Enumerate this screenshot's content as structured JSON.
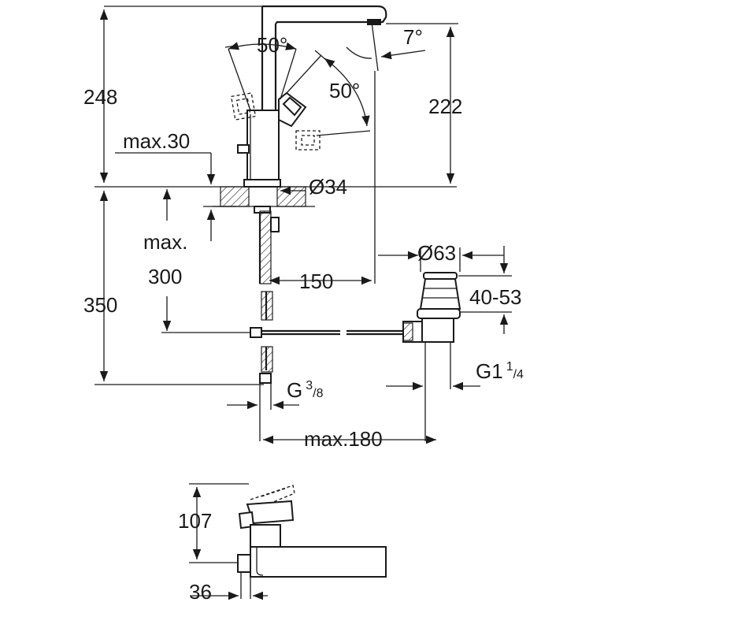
{
  "dimensions": {
    "total_height": "248",
    "spout_height": "222",
    "lever_angle_left": "50°",
    "lever_angle_right": "50°",
    "spout_angle": "7°",
    "deck_thickness": "max.30",
    "hole_diameter": "Ø34",
    "max_label": "max.",
    "max_value": "300",
    "below_deck": "350",
    "spout_reach": "150",
    "waste_diameter": "Ø63",
    "waste_height": "40-53",
    "connection_main": "G",
    "connection_num": "3",
    "connection_den": "8",
    "waste_thread_main": "G1",
    "waste_thread_num": "1",
    "waste_thread_den": "4",
    "waste_distance": "max.180",
    "top_view_depth": "107",
    "top_view_width": "36"
  }
}
